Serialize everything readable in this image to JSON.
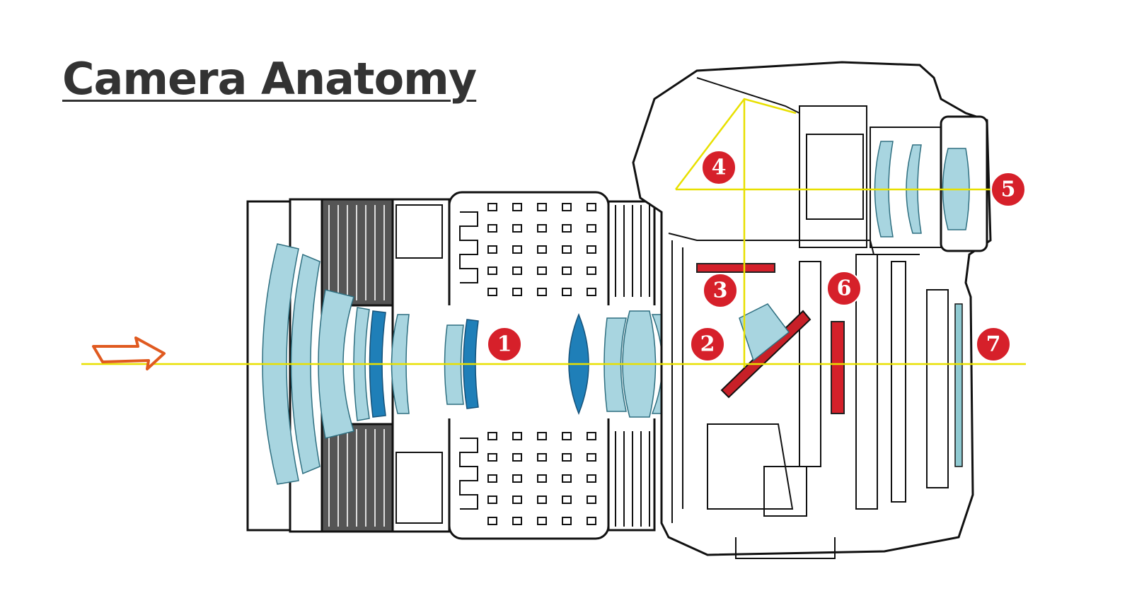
{
  "title": "Camera Anatomy",
  "colors": {
    "ray": "#e8e000",
    "marker": "#d6202a",
    "arrow": "#e05a20",
    "lens_light": "#a8d5e0",
    "lens_dark": "#1f7fb8"
  },
  "markers": [
    {
      "id": "1",
      "label": "1"
    },
    {
      "id": "2",
      "label": "2"
    },
    {
      "id": "3",
      "label": "3"
    },
    {
      "id": "4",
      "label": "4"
    },
    {
      "id": "5",
      "label": "5"
    },
    {
      "id": "6",
      "label": "6"
    },
    {
      "id": "7",
      "label": "7"
    }
  ],
  "icons": {
    "light_direction": "arrow-right-icon"
  }
}
